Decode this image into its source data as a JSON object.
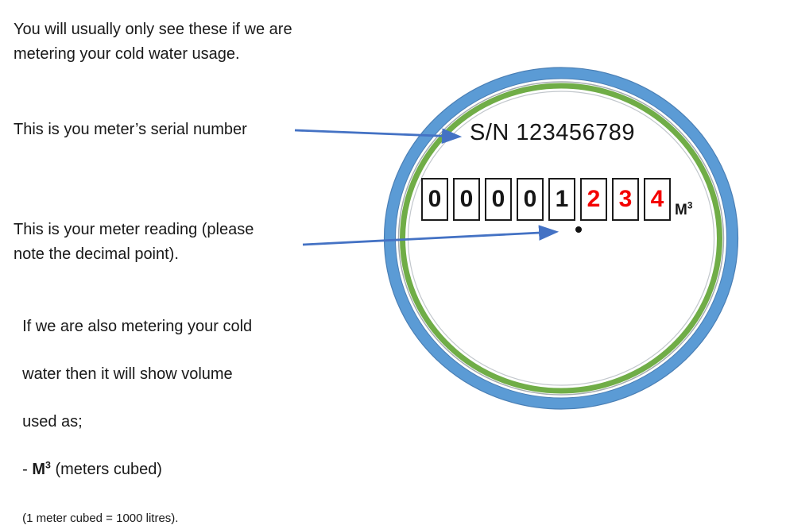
{
  "annotations": {
    "intro": {
      "line1": "You will usually only see these if we are",
      "line2": "metering your cold water usage."
    },
    "serial_label": "This is you meter’s serial number",
    "reading_label": {
      "line1": "This is your meter reading (please",
      "line2": "note the decimal point)."
    },
    "volume_note": {
      "line1": "If we are also metering your cold",
      "line2": "water then it will show volume",
      "line3": "used as;",
      "line4_prefix": "- ",
      "line4_unit": "M",
      "line4_sup": "3",
      "line4_rest": " (meters cubed)",
      "line5": "(1 meter cubed = 1000 litres)."
    }
  },
  "meter": {
    "serial": "S/N 123456789",
    "digits": [
      {
        "value": "0",
        "color": "black"
      },
      {
        "value": "0",
        "color": "black"
      },
      {
        "value": "0",
        "color": "black"
      },
      {
        "value": "0",
        "color": "black"
      },
      {
        "value": "1",
        "color": "black"
      },
      {
        "value": "2",
        "color": "red"
      },
      {
        "value": "3",
        "color": "red"
      },
      {
        "value": "4",
        "color": "red"
      }
    ],
    "unit": "M",
    "unit_sup": "3",
    "decimal_point": ".",
    "colors": {
      "ring_blue": "#5B9BD5",
      "ring_blue_edge": "#4a7fb5",
      "ring_green": "#70AD47",
      "ring_gray_line": "#a6acb2",
      "ring_inner_line": "#c2c7cc",
      "arrow_blue": "#4472C4",
      "digit_black": "#161616",
      "digit_red": "#f40000",
      "dot_black": "#111111"
    }
  }
}
